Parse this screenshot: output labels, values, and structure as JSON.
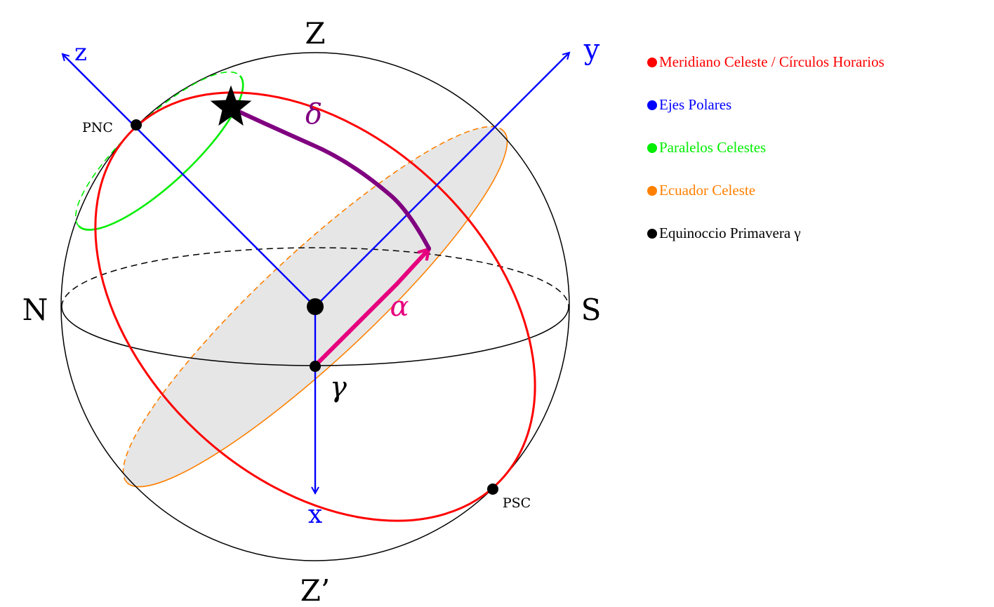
{
  "labels": {
    "zenith": "Z",
    "nadir": "Z’",
    "north": "N",
    "south": "S",
    "axis_x": "x",
    "axis_y": "y",
    "axis_z": "z",
    "pnc": "PNC",
    "psc": "PSC",
    "delta": "δ",
    "alpha": "α",
    "gamma": "γ"
  },
  "legend": [
    {
      "label": "Meridiano Celeste / Círculos Horarios",
      "color": "#ff0000"
    },
    {
      "label": "Ejes Polares",
      "color": "#0000ff"
    },
    {
      "label": "Paralelos Celestes",
      "color": "#00ee00"
    },
    {
      "label": "Ecuador Celeste",
      "color": "#ff8000"
    },
    {
      "label": "Equinoccio Primavera γ",
      "color": "#000000"
    }
  ],
  "colors": {
    "meridian": "#ff0000",
    "axes": "#0000ff",
    "parallels": "#00ee00",
    "equator": "#ff8000",
    "equator_fill": "#e6e6e6",
    "declination_arc": "#800080",
    "right_ascension_arc": "#e6007e",
    "outline": "#000000"
  },
  "icons": {
    "star": "star-icon"
  }
}
